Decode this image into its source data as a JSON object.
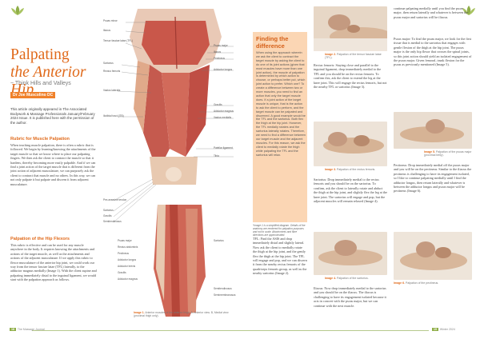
{
  "header": {
    "title_line1": "Palpating",
    "title_line2": "the",
    "title_line3": "Anterior Hip",
    "subtitle": "~ Think Hills and Valleys",
    "author": "Dr Joe Muscolino DC"
  },
  "intro": "This article originally appeared in The Associated Bodywork & Massage Professionals January/February 2024 Issue. It is published here with the permission of the author.",
  "section1": {
    "heading": "Rubric for Muscle Palpation",
    "text": "When teaching muscle palpation, there is often a rubric that is followed. We begin by learning/knowing the attachments of the target muscle so that we know where to place our palpating fingers. We then ask the client to contract the muscle so that it hardens, thereby becoming more easily palpable. And if we can find a joint action of the target muscle that is different from the joint action of adjacent musculature, we can purposely ask the client to contract that muscle and no others. In this way, we can not only palpate it but palpate and discern it from adjacent musculature."
  },
  "section2": {
    "heading": "Palpation of the Hip Flexors",
    "text": "This rubric is effective and can be used for any muscle anywhere in the body. It requires knowing the attachments and actions of the target muscle, as well as the attachments and actions of the adjacent musculature. If we apply this rubric to flexor musculature of the anterior hip joint, we could work our way from the tensor fasciae latae (TFL) laterally, to the adductor magnus medially (Image 1). With the client supine and palpating immediately distal to the inguinal ligament, we would start with the palpation approach as follows."
  },
  "anatomy": {
    "caption_label": "Image 1.",
    "caption_text": "Anterior muscles of the anterior thigh. A, Anterior view. B, Medial view (proximal thigh only).",
    "labels_left": [
      "Psoas minor",
      "Iliacus",
      "Tensor fasciae latae (TFL)",
      "Sartorius",
      "Rectus femoris",
      "Vastus lateralis",
      "Iliotibial tract (ITB)",
      "Pes anserine tendon",
      "Sartorius",
      "Gracilis",
      "Semitendinosus"
    ],
    "labels_right": [
      "Psoas major",
      "Iliacus",
      "Pectineus",
      "Adductor longus",
      "Gracilis",
      "Adductor magnus",
      "Vastus medialis",
      "Patellar ligament",
      "Tibia"
    ],
    "labels_bottom": [
      "Psoas major",
      "Rectus abdominis",
      "Pectineus",
      "Adductor longus",
      "Adductor brevis",
      "Gracilis",
      "Adductor magnus",
      "Sartorius",
      "Semitendinosus",
      "Semimembranosus"
    ]
  },
  "sidebar": {
    "title": "Finding the difference",
    "text": "When using the approach wherein we ask the client to contract the target muscle by asking the client to do one of its joint actions (given that most muscles have more than one joint action), the muscle of palpation is determined by which action to choose, or perhaps better put, which joint action to prefer. Which one? To create a difference between two or more muscles, you need to find an action that only the target muscle does. If a joint action of the target muscle is unique, that is the action to ask the client to perform, and the target muscle can be palpated and discerned. A good example would be the TFL and the sartorius. Both flex the thigh at the hip joint. However, the TFL medially rotates and the sartorius laterally rotates. Therefore, we need to find a difference between our target muscle and the adjacent muscles. For this reason, we ask the client to medially rotate the thigh while palpating the TFL and the sartorius will relax."
  },
  "footnote": "*Image 1 is a simplified diagram. Details of the anatomy are rendered for palpation purposes and not to scale. Attachments and fibre directions are approximated.",
  "col3_text": "TFL: Find the ASIS and drop immediately distal and slightly lateral. Now ask the client to medially rotate the thigh at the hip joint, and the gently flex the thigh at the hip joint. The TFL will engage and pop, and we can discern it from the nearby rectus femoris of the quadriceps femoris group, as well as the nearby sartorius (Image 2).",
  "right_page": {
    "image2_label": "Image 2.",
    "image2_text": "Palpation of the tensor fasciae latae (TFL).",
    "image3_label": "Image 3.",
    "image3_text": "Palpation of the rectus femoris.",
    "image4_label": "Image 4.",
    "image4_text": "Palpation of the sartorius.",
    "image5_label": "Image 5.",
    "image5_text": "Palpation of the psoas major (proximal belly).",
    "image6_label": "Image 6.",
    "image6_text": "Palpation of the pectineus.",
    "col_a_text1": "Rectus femoris: Staying close and parallel to the inguinal ligament, drop immediately medial to the TFL and you should be on the rectus femoris. To confirm this, ask the client to extend the leg at the knee joint. This will engage the rectus femoris, but not the nearby TFL or sartorius (Image 3).",
    "col_a_text2": "Sartorius: Drop immediately medial to the rectus femoris and you should be on the sartorius. To confirm, ask the client to laterally rotate and abduct the thigh at the hip joint, and slightly flex the leg at the knee joint. The sartorius will engage and pop, but the adjacent muscles will remain relaxed (Image 4).",
    "col_a_text3": "Iliacus: Now drop immediately medial to the sartorius and you should be on the iliacus. The iliacus is challenging to have its engagement isolated because it acts in concert with the psoas major, but we can continue with the next muscle.",
    "col_b_text1": "continue palpating medially until you find the psoas major, then return laterally and whatever is between the psoas major and sartorius will be iliacus.",
    "col_b_text2": "Psoas major: To find the psoas major, we look for the first tissue that is medial to the sartorius that engages with gentle flexion of the thigh at the hip joint. The psoas major is the only hip flexor that crosses the spinal joints, so this joint action should yield an isolated engagement of the psoas major. Given femoral, trunk flexion for the psoas as previously mentioned (Image 5).",
    "col_b_text3": "Pectineus: Drop immediately medial off the psoas major and you will be on the pectineus. Similar to the iliacus the pectineus is challenging to have its engagement isolated, so I like to continue palpating medially until I find the adductor longus, then return laterally and whatever is between the adductor longus and psoas major will be pectineus (Image 6)."
  },
  "footer": {
    "left_num": "18",
    "left_text": "The Massage Journal",
    "right_num": "19",
    "right_text": "Winter 2024"
  },
  "colors": {
    "accent": "#e06a1b",
    "sidebar_bg": "#fbd6b4",
    "logo_green": "#8fae48"
  }
}
